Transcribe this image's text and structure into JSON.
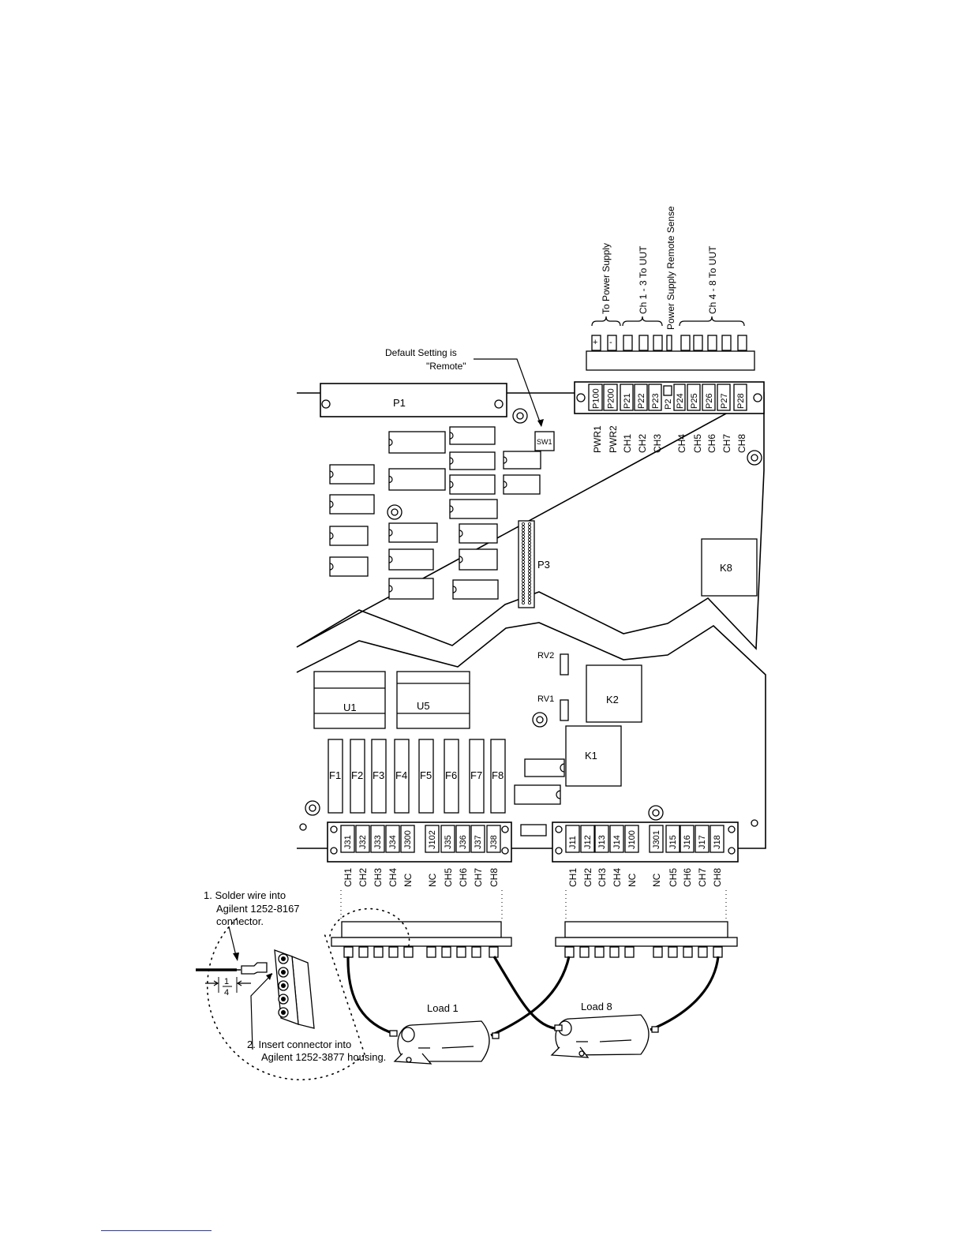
{
  "top_labels": {
    "to_power_supply": "To Power Supply",
    "ch_1_3": "Ch 1 - 3 To UUT",
    "remote_sense": "Power Supply Remote Sense",
    "ch_4_8": "Ch 4 - 8 To UUT",
    "plus": "+",
    "minus": "-"
  },
  "callouts": {
    "default_line1": "Default Setting is",
    "default_line2": "\"Remote\"",
    "step1_line1": "1. Solder wire into",
    "step1_line2": "Agilent 1252-8167",
    "step1_line3": "connector.",
    "step2_line1": "2. Insert connector into",
    "step2_line2": "Agilent 1252-3877 housing.",
    "frac_num": "1",
    "frac_den": "4"
  },
  "components": {
    "p1": "P1",
    "sw1": "SW1",
    "p3": "P3",
    "k8": "K8",
    "rv2": "RV2",
    "rv1": "RV1",
    "k2": "K2",
    "k1": "K1",
    "u1": "U1",
    "u5": "U5"
  },
  "fuses": [
    "F1",
    "F2",
    "F3",
    "F4",
    "F5",
    "F6",
    "F7",
    "F8"
  ],
  "top_terminal": {
    "pins": [
      "P100",
      "P200",
      "P21",
      "P22",
      "P23",
      "P2",
      "P24",
      "P25",
      "P26",
      "P27",
      "P28"
    ],
    "labels": [
      "PWR1",
      "PWR2",
      "CH1",
      "CH2",
      "CH3",
      "CH4",
      "CH5",
      "CH6",
      "CH7",
      "CH8"
    ]
  },
  "left_terminal": {
    "pins": [
      "J31",
      "J32",
      "J33",
      "J34",
      "J300",
      "J102",
      "J35",
      "J36",
      "J37",
      "J38"
    ],
    "labels": [
      "CH1",
      "CH2",
      "CH3",
      "CH4",
      "NC",
      "NC",
      "CH5",
      "CH6",
      "CH7",
      "CH8"
    ]
  },
  "right_terminal": {
    "pins": [
      "J11",
      "J12",
      "J13",
      "J14",
      "J100",
      "J301",
      "J15",
      "J16",
      "J17",
      "J18"
    ],
    "labels": [
      "CH1",
      "CH2",
      "CH3",
      "CH4",
      "NC",
      "NC",
      "CH5",
      "CH6",
      "CH7",
      "CH8"
    ]
  },
  "loads": {
    "load1": "Load 1",
    "load8": "Load 8"
  }
}
